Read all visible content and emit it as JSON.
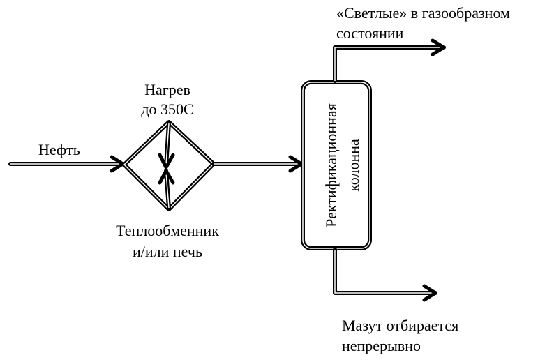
{
  "labels": {
    "input": "Нефть",
    "heat_line1": "Нагрев",
    "heat_line2": "до 350С",
    "exchanger_line1": "Теплообменник",
    "exchanger_line2": "и/или печь",
    "column_line1": "Ректификационная",
    "column_line2": "колонна",
    "top_output_line1": "«Светлые» в газообразном",
    "top_output_line2": "состоянии",
    "bottom_output_line1": "Мазут отбирается",
    "bottom_output_line2": "непрерывно"
  }
}
